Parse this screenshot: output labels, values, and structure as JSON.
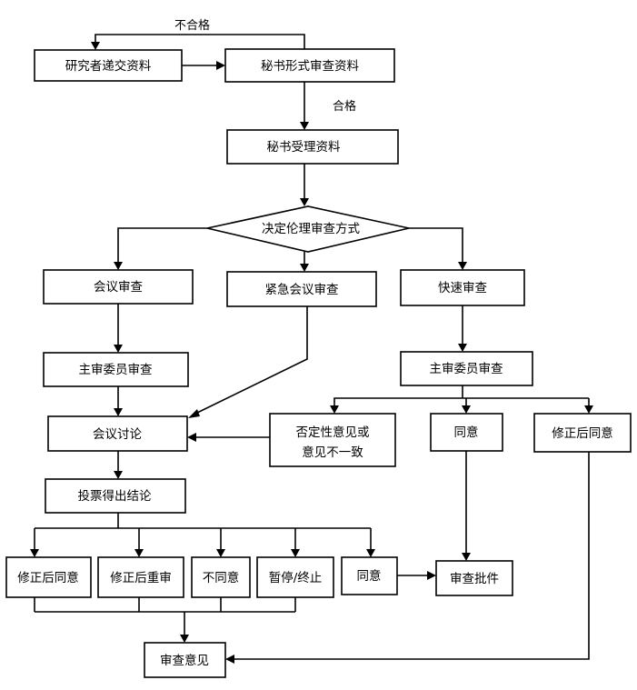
{
  "nodes": {
    "submit": "研究者递交资料",
    "formal_review": "秘书形式审查资料",
    "accept": "秘书受理资料",
    "decide_mode": "决定伦理审查方式",
    "meeting_review": "会议审查",
    "urgent_review": "紧急会议审查",
    "fast_review": "快速审查",
    "chief_reviewer_left": "主审委员审查",
    "chief_reviewer_right": "主审委员审查",
    "meeting_discussion": "会议讨论",
    "vote": "投票得出结论",
    "negative_line1": "否定性意见或",
    "negative_line2": "意见不一致",
    "agree_fast": "同意",
    "modify_agree_fast": "修正后同意",
    "out_modify_agree": "修正后同意",
    "out_modify_rereview": "修正后重审",
    "out_disagree": "不同意",
    "out_suspend": "暂停/终止",
    "out_agree": "同意",
    "approval": "审查批件",
    "opinion": "审查意见"
  },
  "edge_labels": {
    "fail": "不合格",
    "pass": "合格"
  }
}
